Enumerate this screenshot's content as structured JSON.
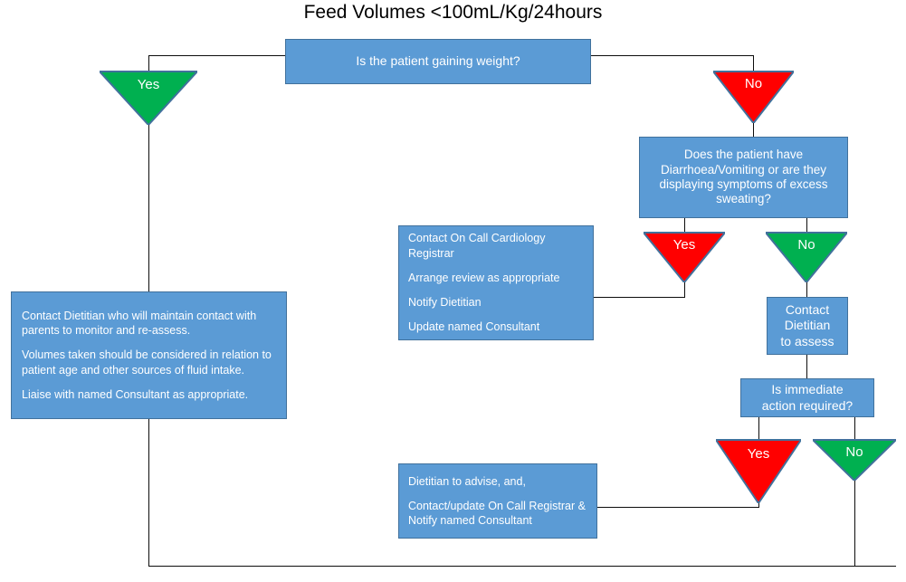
{
  "chart": {
    "title": "Feed Volumes <100mL/Kg/24hours",
    "type": "flowchart",
    "colors": {
      "box_fill": "#5b9bd5",
      "box_border": "#41719c",
      "box_text": "#ffffff",
      "yes_triangle": "#00b050",
      "no_triangle": "#ff0000",
      "connector": "#0d0d0d",
      "background": "#ffffff"
    }
  },
  "nodes": {
    "q_gaining_weight": {
      "label": "Is the patient gaining weight?",
      "kind": "decision"
    },
    "q_diarrhoea": {
      "line1": "Does the patient have",
      "line2": "Diarrhoea/Vomiting or are they",
      "line3": "displaying symptoms of excess",
      "line4": "sweating?",
      "kind": "decision"
    },
    "cardiology_actions": {
      "item1": "Contact On Call Cardiology Registrar",
      "item2": "Arrange review as appropriate",
      "item3": "Notify Dietitian",
      "item4": "Update named Consultant",
      "kind": "process"
    },
    "dietitian_contact": {
      "para1": "Contact Dietitian who will maintain contact with parents to monitor and re-assess.",
      "para2": "Volumes taken should be considered in relation to patient age and other sources of fluid intake.",
      "para3": "Liaise with named Consultant as appropriate.",
      "kind": "process"
    },
    "contact_dietitian_assess": {
      "line1": "Contact",
      "line2": "Dietitian",
      "line3": "to assess",
      "kind": "process"
    },
    "q_immediate_action": {
      "line1": "Is immediate",
      "line2": "action required?",
      "kind": "decision"
    },
    "dietitian_advise": {
      "para1": "Dietitian to advise, and,",
      "para2": "Contact/update On Call Registrar & Notify named Consultant",
      "kind": "process"
    }
  },
  "branches": {
    "gaining_yes": {
      "label": "Yes",
      "color": "green"
    },
    "gaining_no": {
      "label": "No",
      "color": "red"
    },
    "diarrhoea_yes": {
      "label": "Yes",
      "color": "red"
    },
    "diarrhoea_no": {
      "label": "No",
      "color": "green"
    },
    "immediate_yes": {
      "label": "Yes",
      "color": "red"
    },
    "immediate_no": {
      "label": "No",
      "color": "green"
    }
  }
}
